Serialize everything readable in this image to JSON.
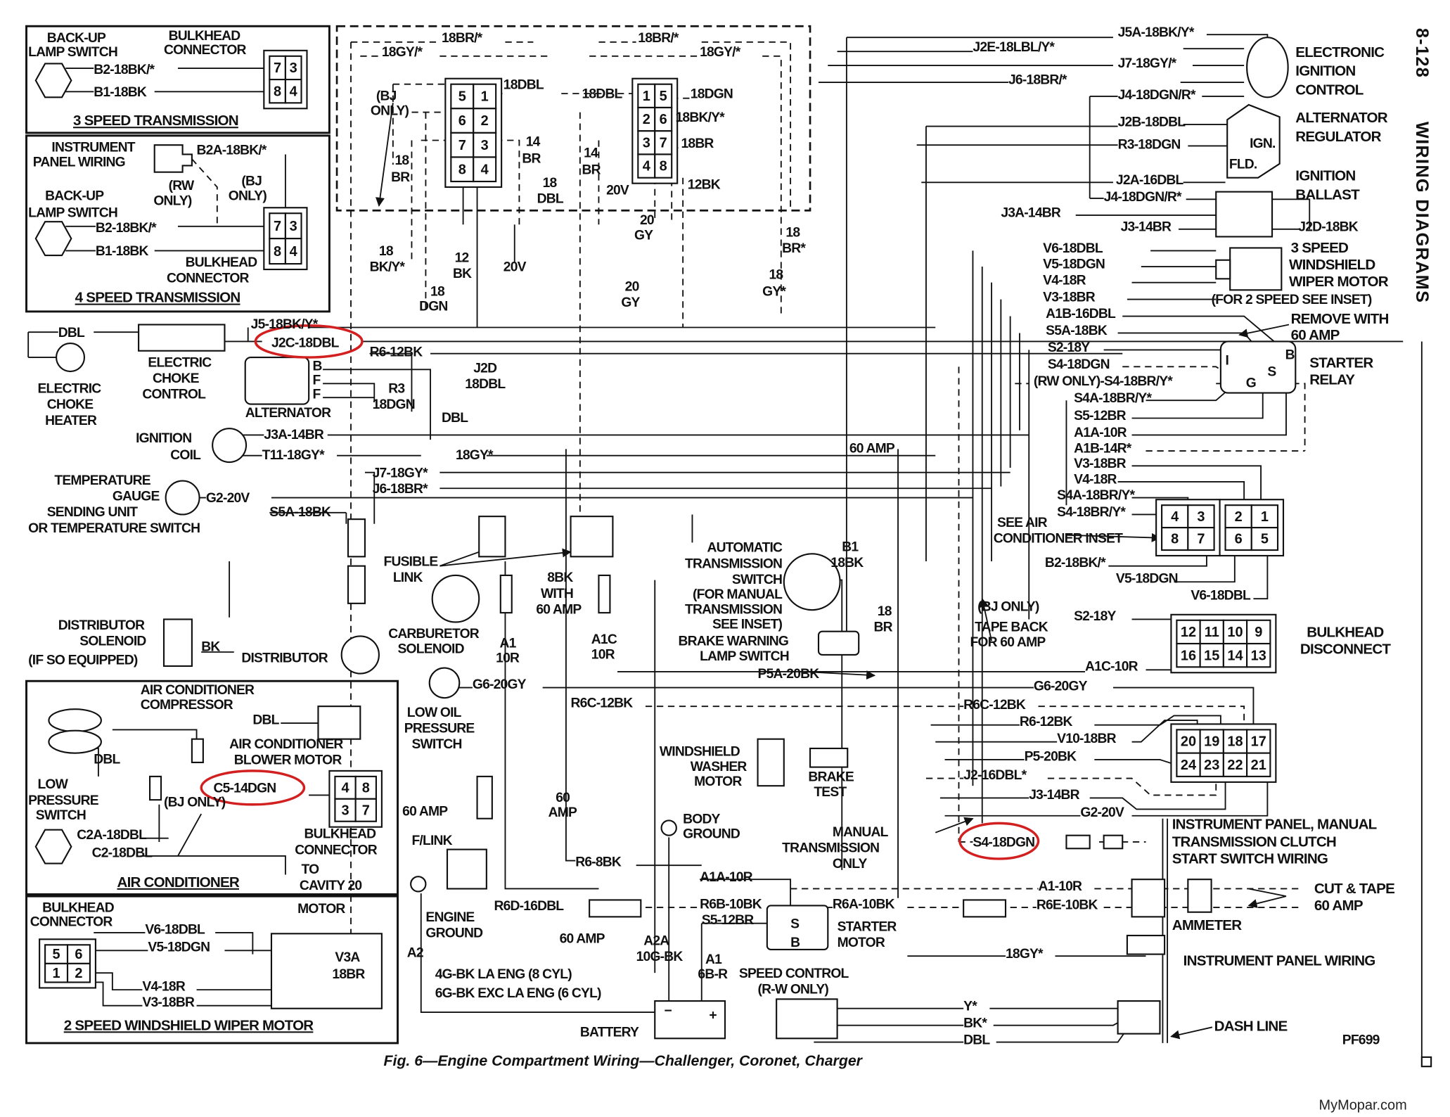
{
  "page": {
    "section": "8-128",
    "title": "WIRING DIAGRAMS",
    "caption": "Fig. 6—Engine Compartment Wiring—Challenger, Coronet, Charger",
    "code": "PF699",
    "watermark": "MyMopar.com",
    "highlight_color": "#d21f1f"
  },
  "inset3": {
    "l1": "BACK-UP",
    "l2": "LAMP SWITCH",
    "b1": "BULKHEAD",
    "b2": "CONNECTOR",
    "w1": "B2-18BK/*",
    "w2": "B1-18BK",
    "title": "3 SPEED TRANSMISSION",
    "pins": [
      "7",
      "3",
      "8",
      "4"
    ]
  },
  "inset4": {
    "ip1": "INSTRUMENT",
    "ip2": "PANEL WIRING",
    "w0": "B2A-18BK/*",
    "rw1": "(RW",
    "rw2": "ONLY)",
    "bj1": "(BJ",
    "bj2": "ONLY)",
    "l1": "BACK-UP",
    "l2": "LAMP SWITCH",
    "w1": "B2-18BK/*",
    "w2": "B1-18BK",
    "b1": "BULKHEAD",
    "b2": "CONNECTOR",
    "title": "4 SPEED TRANSMISSION",
    "pins": [
      "7",
      "3",
      "8",
      "4"
    ]
  },
  "top": {
    "a": "18BR/*",
    "b": "18BR/*",
    "c": "18GY/*",
    "d": "18GY/*",
    "bj1": "(BJ",
    "bj2": "ONLY)",
    "c1pins": [
      "5",
      "1",
      "6",
      "2",
      "7",
      "3",
      "8",
      "4"
    ],
    "c2pins": [
      "1",
      "5",
      "2",
      "6",
      "3",
      "7",
      "4",
      "8"
    ],
    "l18dbl": "18DBL",
    "l18br_a": "18",
    "l18br_b": "BR",
    "l14br_a": "14",
    "l14br_b": "BR",
    "l18dbl2_a": "18",
    "l18dbl2_b": "DBL",
    "r18dbl": "18DBL",
    "r18dgn": "18DGN",
    "r18bky": "18BK/Y*",
    "r18br": "18BR",
    "r14br_a": "14",
    "r14br_b": "BR",
    "r20v": "20V",
    "r12bk": "12BK",
    "g20a": "20",
    "g20b": "GY",
    "br18a": "18",
    "br18b": "BR*",
    "bky_a": "18",
    "bky_b": "BK/Y*",
    "dgn_a": "18",
    "dgn_b": "DGN",
    "bk12_a": "12",
    "bk12_b": "BK",
    "v20": "20V",
    "gy18a": "18",
    "gy18b": "GY*",
    "gy20a": "20",
    "gy20b": "GY"
  },
  "left": {
    "dbl": "DBL",
    "heater": [
      "ELECTRIC",
      "CHOKE",
      "HEATER"
    ],
    "control": [
      "ELECTRIC",
      "CHOKE",
      "CONTROL"
    ],
    "j5": "J5-18BK/Y*",
    "j2c": "J2C-18DBL",
    "r6": "R6-12BK",
    "alt_b": "B",
    "alt_f1": "F",
    "alt_f2": "F",
    "alternator": "ALTERNATOR",
    "r3a": "R3",
    "r3b": "18DGN",
    "j2da": "J2D",
    "j2db": "18DBL",
    "dbl2": "DBL",
    "coil1": "IGNITION",
    "coil2": "COIL",
    "j3a": "J3A-14BR",
    "t11": "T11-18GY*",
    "gy18": "18GY*",
    "j7": "J7-18GY*",
    "j6": "J6-18BR*",
    "temp": [
      "TEMPERATURE",
      "GAUGE",
      "SENDING UNIT",
      "OR TEMPERATURE SWITCH"
    ],
    "g2": "G2-20V",
    "s5a": "S5A-18BK",
    "amp60": "60 AMP",
    "dsol": [
      "DISTRIBUTOR",
      "SOLENOID",
      "(IF SO EQUIPPED)"
    ],
    "bk": "BK",
    "distributor": "DISTRIBUTOR",
    "fusible": [
      "FUSIBLE",
      "LINK"
    ],
    "carb": [
      "CARBURETOR",
      "SOLENOID"
    ],
    "bk8": [
      "8BK",
      "WITH",
      "60 AMP"
    ],
    "a1": [
      "A1",
      "10R"
    ],
    "a1c": [
      "A1C",
      "10R"
    ]
  },
  "center": {
    "ats": [
      "AUTOMATIC",
      "TRANSMISSION",
      "SWITCH",
      "(FOR MANUAL",
      "TRANSMISSION",
      "SEE INSET)"
    ],
    "b1": "B1",
    "b1w": "18BK",
    "br18a": "18",
    "br18b": "BR",
    "brake": [
      "BRAKE WARNING",
      "LAMP SWITCH"
    ],
    "p5a": "P5A-20BK",
    "oil": [
      "LOW OIL",
      "PRESSURE",
      "SWITCH"
    ],
    "g6": "G6-20GY",
    "r6c": "R6C-12BK",
    "washer": [
      "WINDSHIELD",
      "WASHER",
      "MOTOR"
    ],
    "btest": [
      "BRAKE",
      "TEST"
    ],
    "amp60a": "60 AMP",
    "flink": "F/LINK",
    "amp60b": [
      "60",
      "AMP"
    ],
    "r68": "R6-8BK",
    "body": [
      "BODY",
      "GROUND"
    ],
    "manual": [
      "MANUAL",
      "TRANSMISSION",
      "ONLY"
    ],
    "s4": "S4-18DGN",
    "a1a": "A1A-10R",
    "r6d": "R6D-16DBL",
    "amp60c": "60 AMP",
    "r6b": "R6B-10BK",
    "r6a": "R6A-10BK",
    "s5": "S5-12BR",
    "sm_s": "S",
    "sm_b": "B",
    "starter": [
      "STARTER",
      "MOTOR"
    ],
    "a2a": [
      "A2A",
      "10G-BK"
    ],
    "a1b": [
      "A1",
      "6B-R"
    ],
    "eng": [
      "ENGINE",
      "GROUND"
    ],
    "a2": "A2",
    "g4": "4G-BK LA ENG (8 CYL)",
    "g6bk": "6G-BK EXC LA ENG (6 CYL)",
    "speed": [
      "SPEED CONTROL",
      "(R-W ONLY)"
    ],
    "battery": "BATTERY",
    "bat_minus": "−",
    "bat_plus": "+",
    "y": "Y*",
    "bkx": "BK*",
    "dbl": "DBL",
    "a110": "A1-10R",
    "r6e": "R6E-10BK",
    "gy18": "18GY*"
  },
  "ac": {
    "comp": [
      "AIR CONDITIONER",
      "COMPRESSOR"
    ],
    "dbl1": "DBL",
    "dbl2": "DBL",
    "blower": [
      "AIR CONDITIONER",
      "BLOWER MOTOR"
    ],
    "c5": "C5-14DGN",
    "pins": [
      "4",
      "8",
      "3",
      "7"
    ],
    "lps": [
      "LOW",
      "PRESSURE",
      "SWITCH"
    ],
    "bj": "(BJ ONLY)",
    "c2a": "C2A-18DBL",
    "c2": "C2-18DBL",
    "bulk": [
      "BULKHEAD",
      "CONNECTOR"
    ],
    "to": [
      "TO",
      "CAVITY 20"
    ],
    "title": "AIR CONDITIONER"
  },
  "wiper2": {
    "bulk": [
      "BULKHEAD",
      "CONNECTOR"
    ],
    "motor": "MOTOR",
    "v6": "V6-18DBL",
    "v5": "V5-18DGN",
    "v4": "V4-18R",
    "v3": "V3-18BR",
    "v3a": [
      "V3A",
      "18BR"
    ],
    "pins": [
      "5",
      "6",
      "1",
      "2"
    ],
    "title": "2 SPEED WINDSHIELD WIPER MOTOR"
  },
  "right": {
    "j5a": "J5A-18BK/Y*",
    "j2e": "J2E-18LBL/Y*",
    "j7": "J7-18GY/*",
    "j6": "J6-18BR/*",
    "j4": "J4-18DGN/R*",
    "j2b": "J2B-18DBL",
    "r3": "R3-18DGN",
    "j2a": "J2A-16DBL",
    "j4b": "J4-18DGN/R*",
    "j3a": "J3A-14BR",
    "j3": "J3-14BR",
    "j2d": "J2D-18BK",
    "eic": [
      "ELECTRONIC",
      "IGNITION",
      "CONTROL"
    ],
    "reg": [
      "ALTERNATOR",
      "REGULATOR"
    ],
    "ign": "IGN.",
    "fld": "FLD.",
    "ballast": [
      "IGNITION",
      "BALLAST"
    ],
    "wiper3": [
      "3 SPEED",
      "WINDSHIELD",
      "WIPER MOTOR",
      "(FOR 2 SPEED SEE INSET)"
    ],
    "remove": [
      "REMOVE WITH",
      "60 AMP"
    ],
    "relay": [
      "STARTER",
      "RELAY"
    ],
    "ri": "I",
    "rs": "S",
    "rb": "B",
    "rg": "G",
    "wires": [
      "V6-18DBL",
      "V5-18DGN",
      "V4-18R",
      "V3-18BR",
      "A1B-16DBL",
      "S5A-18BK",
      "S2-18Y",
      "S4-18DGN",
      "(RW ONLY)-S4-18BR/Y*",
      "S4A-18BR/Y*",
      "S5-12BR",
      "A1A-10R",
      "A1B-14R*",
      "V3-18BR",
      "V4-18R",
      "S4A-18BR/Y*",
      "S4-18BR/Y*"
    ],
    "seeair": [
      "SEE AIR",
      "CONDITIONER INSET"
    ],
    "p1": [
      "4",
      "3",
      "8",
      "7"
    ],
    "p2": [
      "2",
      "1",
      "6",
      "5"
    ],
    "b2": "B2-18BK/*",
    "v5": "V5-18DGN",
    "v6": "V6-18DBL",
    "bj": "(BJ ONLY)",
    "s2": "S2-18Y",
    "tape": [
      "TAPE BACK",
      "FOR 60 AMP"
    ],
    "a1c": "A1C-10R",
    "bd": [
      "12",
      "11",
      "10",
      "9",
      "16",
      "15",
      "14",
      "13"
    ],
    "bdl": [
      "BULKHEAD",
      "DISCONNECT"
    ],
    "g6": "G6-20GY",
    "r6c": "R6C-12BK",
    "r6": "R6-12BK",
    "v10": "V10-18BR",
    "p5": "P5-20BK",
    "j2": "J2-16DBL*",
    "g2": "G2-20V",
    "bd2": [
      "20",
      "19",
      "18",
      "17",
      "24",
      "23",
      "22",
      "21"
    ],
    "ipm": [
      "INSTRUMENT PANEL, MANUAL",
      "TRANSMISSION CLUTCH",
      "START SWITCH WIRING"
    ],
    "cut": [
      "CUT & TAPE",
      "60 AMP"
    ],
    "ammeter": "AMMETER",
    "ipw": "INSTRUMENT PANEL WIRING",
    "dash": "DASH LINE"
  }
}
